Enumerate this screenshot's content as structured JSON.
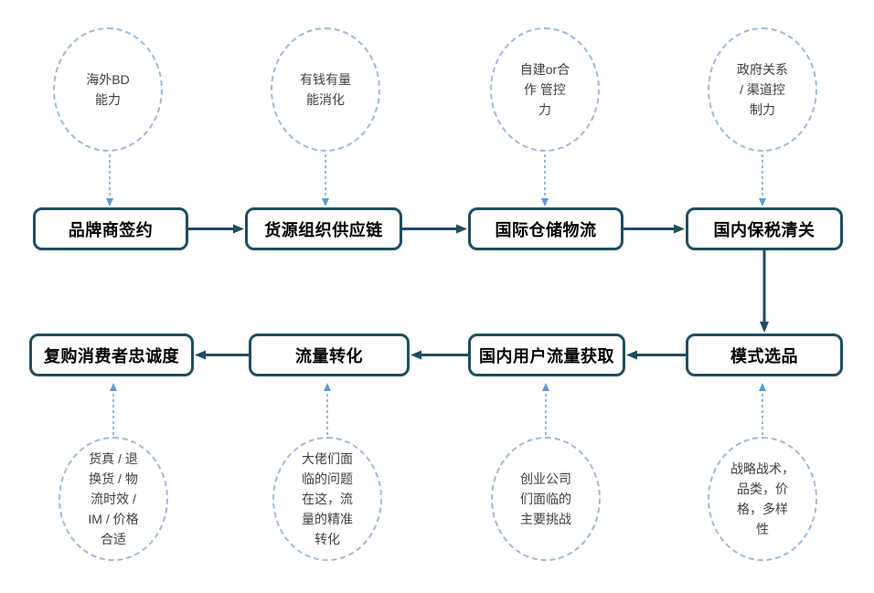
{
  "diagram": {
    "background": "#FFFFFF",
    "colors": {
      "node_border": "#1F4E5F",
      "solid_arrow": "#1F4E5F",
      "dashed_line": "#7FA8D4",
      "dashed_arrowhead": "#5B9BD5",
      "circle_border": "#9FBBDD",
      "node_text": "#000000",
      "circle_text": "#404040"
    },
    "top_circles": [
      {
        "text": "海外BD\n能力"
      },
      {
        "text": "有钱有量\n能消化"
      },
      {
        "text": "自建or合\n作 管控\n力"
      },
      {
        "text": "政府关系\n/ 渠道控\n制力"
      }
    ],
    "row1_nodes": [
      {
        "label": "品牌商签约"
      },
      {
        "label": "货源组织供应链"
      },
      {
        "label": "国际仓储物流"
      },
      {
        "label": "国内保税清关"
      }
    ],
    "row2_nodes": [
      {
        "label": "复购消费者忠诚度"
      },
      {
        "label": "流量转化"
      },
      {
        "label": "国内用户流量获取"
      },
      {
        "label": "模式选品"
      }
    ],
    "bottom_circles": [
      {
        "text": "货真 / 退\n换货 / 物\n流时效 /\nIM / 价格\n合适"
      },
      {
        "text": "大佬们面\n临的问题\n在这，流\n量的精准\n转化"
      },
      {
        "text": "创业公司\n们面临的\n主要挑战"
      },
      {
        "text": "战略战术，\n品类，价\n格，多样\n性"
      }
    ]
  }
}
